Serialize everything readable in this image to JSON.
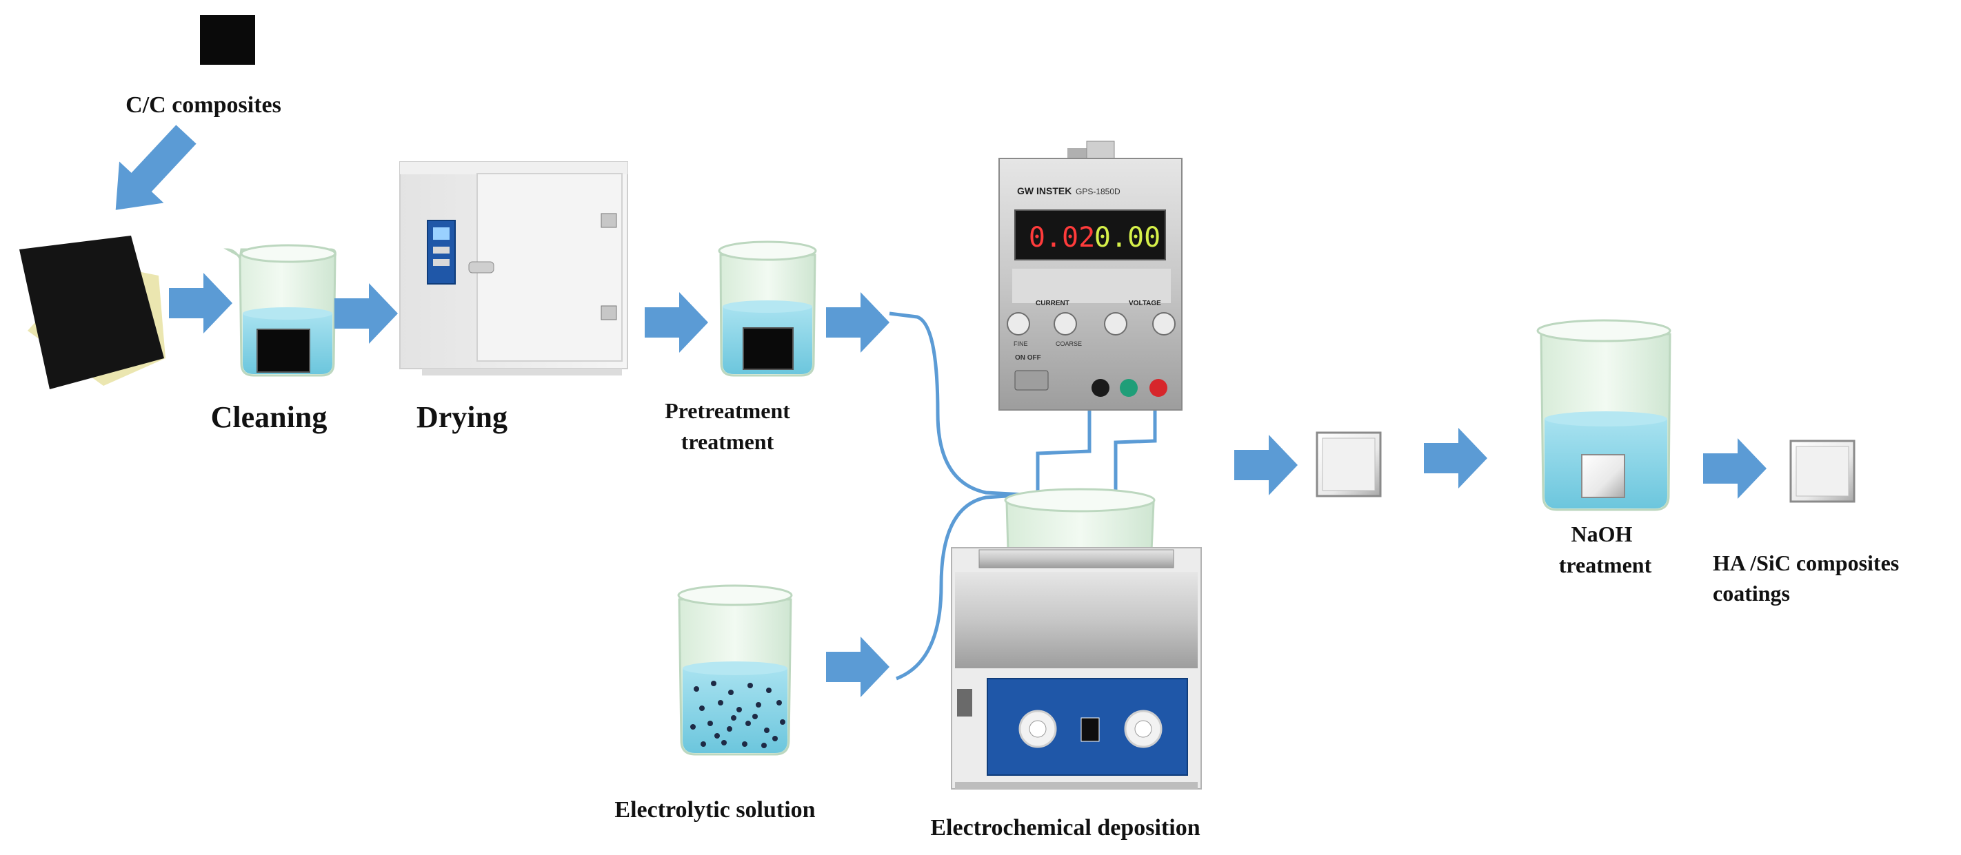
{
  "labels": {
    "cc_composites": "C/C  composites",
    "cleaning": "Cleaning",
    "drying": "Drying",
    "pretreatment_line1": "Pretreatment",
    "pretreatment_line2": "treatment",
    "electrolytic_solution": "Electrolytic solution",
    "electrochemical_deposition": "Electrochemical  deposition",
    "naoh_line1": "NaOH",
    "naoh_line2": "treatment",
    "result_line1": "HA /SiC  composites",
    "result_line2": "coatings"
  },
  "power_supply": {
    "brand": "GW INSTEK",
    "model": "GPS-1850D",
    "display_current": "0.02",
    "display_voltage": "0.00",
    "knob_left": "CURRENT",
    "knob_right": "VOLTAGE",
    "knob_fine": "FINE",
    "knob_coarse": "COARSE",
    "switch_label": "ON  OFF"
  },
  "colors": {
    "arrow": "#5b9bd5",
    "wire": "#5b9bd5",
    "liquid": "#8fd4e8",
    "sample_dark": "#0a0a0a",
    "panel_blue": "#1f57a8"
  }
}
